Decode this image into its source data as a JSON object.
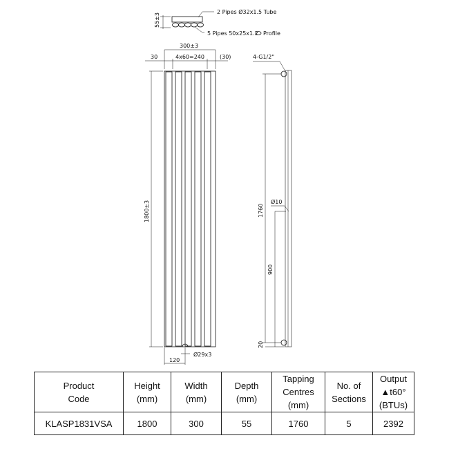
{
  "drawing": {
    "top_view": {
      "pipe_note": "2 Pipes Ø32x1.5 Tube",
      "profile_note": "5 Pipes 50x25x1.2",
      "profile_suffix": "Profile",
      "depth_dim": "55±3"
    },
    "front_view": {
      "width_dim": "300±3",
      "left_margin": "30",
      "spacing_dim": "4x60=240",
      "right_margin": "(30)",
      "height_dim": "1800±3",
      "bottom_offset": "120",
      "outlet_dim": "Ø29x3"
    },
    "side_view": {
      "thread_note": "4-G1/2\"",
      "tapping_dim": "1760",
      "bracket_hole": "Ø10",
      "bracket_height": "900",
      "bottom_gap": "20"
    }
  },
  "table": {
    "headers": [
      "Product\nCode",
      "Height\n(mm)",
      "Width\n(mm)",
      "Depth\n(mm)",
      "Tapping\nCentres\n(mm)",
      "No. of\nSections",
      "Output\n▲t60° (BTUs)"
    ],
    "row": [
      "KLASP1831VSA",
      "1800",
      "300",
      "55",
      "1760",
      "5",
      "2392"
    ]
  }
}
